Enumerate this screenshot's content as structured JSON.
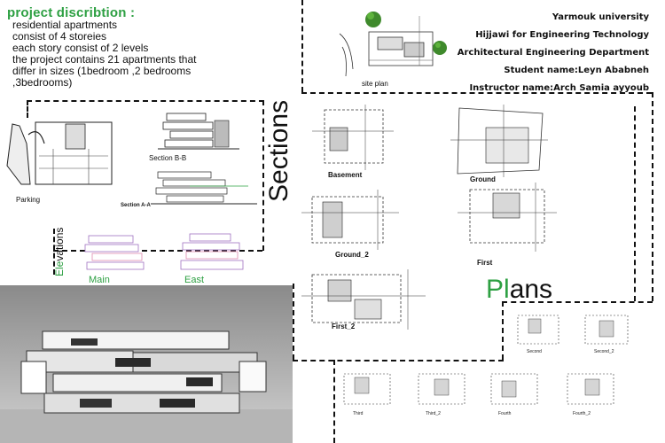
{
  "description": {
    "title": "project discribtion :",
    "lines": [
      "residential apartments",
      "consist of 4 storeies",
      "each story consist of 2 levels",
      "the project contains 21 apartments that",
      "differ in sizes (1bedroom ,2 bedrooms",
      ",3bedrooms)"
    ]
  },
  "info": {
    "university": "Yarmouk university",
    "faculty": "Hijjawi for Engineering Technology",
    "department": "Architectural Engineering Department",
    "student": "Student name:Leyn Ababneh",
    "instructor": "Instructor name:Arch Samia ayyoub"
  },
  "site_plan_label": "site plan",
  "parking_label": "Parking",
  "section_bb_label": "Section B-B",
  "section_aa_label": "Section A-A",
  "sections_heading": "Sections",
  "elevations": {
    "heading_prefix": "Ele",
    "heading_rest": "vations",
    "main_label": "Main",
    "east_label": "East"
  },
  "plans_heading": {
    "p1": "Pl",
    "p2": "ans"
  },
  "plans": {
    "basement": "Basement",
    "ground": "Ground",
    "ground2": "Ground_2",
    "first": "First",
    "first2": "First_2",
    "second": "Second",
    "second2": "Second_2",
    "third": "Third",
    "third2": "Third_2",
    "fourth": "Fourth",
    "fourth2": "Fourth_2"
  },
  "colors": {
    "accent_green": "#2ea043",
    "line": "#111111"
  }
}
